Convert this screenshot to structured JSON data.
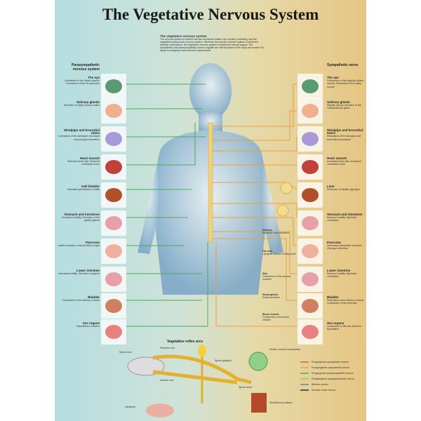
{
  "title": "The Vegetative Nervous System",
  "intro": {
    "heading": "The vegetative nervous system",
    "text": "The nervous system is divided into two functional entities: the somatic (voluntary) and the vegetative (autonomic) nervous system. Whereas the somatic nervous system controls the skeletal musculature, the vegetative nervous system controls the internal organs. The sympathetic and parasympathetic nerves regulate the vital functions of the body and enable it to adapt to changing environmental requirements."
  },
  "left_header": "Parasympathetic nervous system",
  "right_header": "Sympathetic nerve",
  "left_items": [
    {
      "label": "The eye",
      "desc": "Contraction of the ciliary muscle; Contraction of the iris sphincter"
    },
    {
      "label": "Salivary glands",
      "desc": "Secretion of highly viscous saliva"
    },
    {
      "label": "Windpipe and bronchial tubes",
      "desc": "Contraction of the windpipe; Increased mucous gland secretion"
    },
    {
      "label": "Heart muscle",
      "desc": "Reduced heart rate; Reduced contraction force"
    },
    {
      "label": "Gall bladder",
      "desc": "Increased gall bladder motility"
    },
    {
      "label": "Stomach and intestines",
      "desc": "Increased motility; Secretion of the gastric glands"
    },
    {
      "label": "Pancreas",
      "desc": "Insulin secretion, reduced blood sugar"
    },
    {
      "label": "Lower intestine",
      "desc": "Increased motility; Secretion of glands"
    },
    {
      "label": "Bladder",
      "desc": "Contraction of the detrusor muscle"
    },
    {
      "label": "Sex organs",
      "desc": "Vasodilation; erection"
    }
  ],
  "right_items": [
    {
      "label": "The eye",
      "desc": "Contraction of the pupillary dilator muscle; Relaxation of the ciliary muscle"
    },
    {
      "label": "Salivary glands",
      "desc": "Slightly viscous secretion of the submandibular gland"
    },
    {
      "label": "Windpipe and bronchial tubes",
      "desc": "Relaxation of the windpipe and bronchial musculature"
    },
    {
      "label": "Heart muscle",
      "desc": "Increased heart rate; Increased contraction force"
    },
    {
      "label": "Liver",
      "desc": "Reduction of hepatic glycogen"
    },
    {
      "label": "Stomach and intestines",
      "desc": "Reduced motility; Sphincter contraction"
    },
    {
      "label": "Pancreas",
      "desc": "Decreased pancreatic secretion; Glucagon secretion"
    },
    {
      "label": "Lower intestine",
      "desc": "Reduced motility; Sphincter contraction"
    },
    {
      "label": "Bladder",
      "desc": "Relaxation of the detrusor muscle; Contraction of the sphincter"
    },
    {
      "label": "Sex organs",
      "desc": "Contraction of the vas deferens; Ejaculation"
    }
  ],
  "center_items": [
    {
      "label": "Kidneys",
      "desc": "Reduced urine secretion"
    },
    {
      "label": "Fat cells",
      "desc": "Lipolysis, release of fatty acids"
    },
    {
      "label": "Skin",
      "desc": "Contraction of the arrector muscles"
    },
    {
      "label": "Sweat glands",
      "desc": "Sweat secretion"
    },
    {
      "label": "Blood vessels",
      "desc": "Constriction of the blood vessels"
    }
  ],
  "reflex": {
    "title": "Vegetative reflex arcs",
    "labels": [
      "Spinal cord",
      "Posterior root",
      "Anterior root",
      "Spinal ganglion",
      "Spinal nerve",
      "Vessel, smooth musculature",
      "Skeletal musculature",
      "Intestines"
    ],
    "legend": [
      "Preganglionic sympathetic neuron",
      "Postganglionic sympathetic neuron",
      "Preganglionic parasympathetic neuron",
      "Postganglionic parasympathetic neuron",
      "Afferent neuron",
      "Somatic motor neuron"
    ]
  },
  "colors": {
    "sympathetic": "#e8a040",
    "parasympathetic": "#4caa60",
    "bg_left": "#b5dde0",
    "bg_right": "#e6c583"
  }
}
